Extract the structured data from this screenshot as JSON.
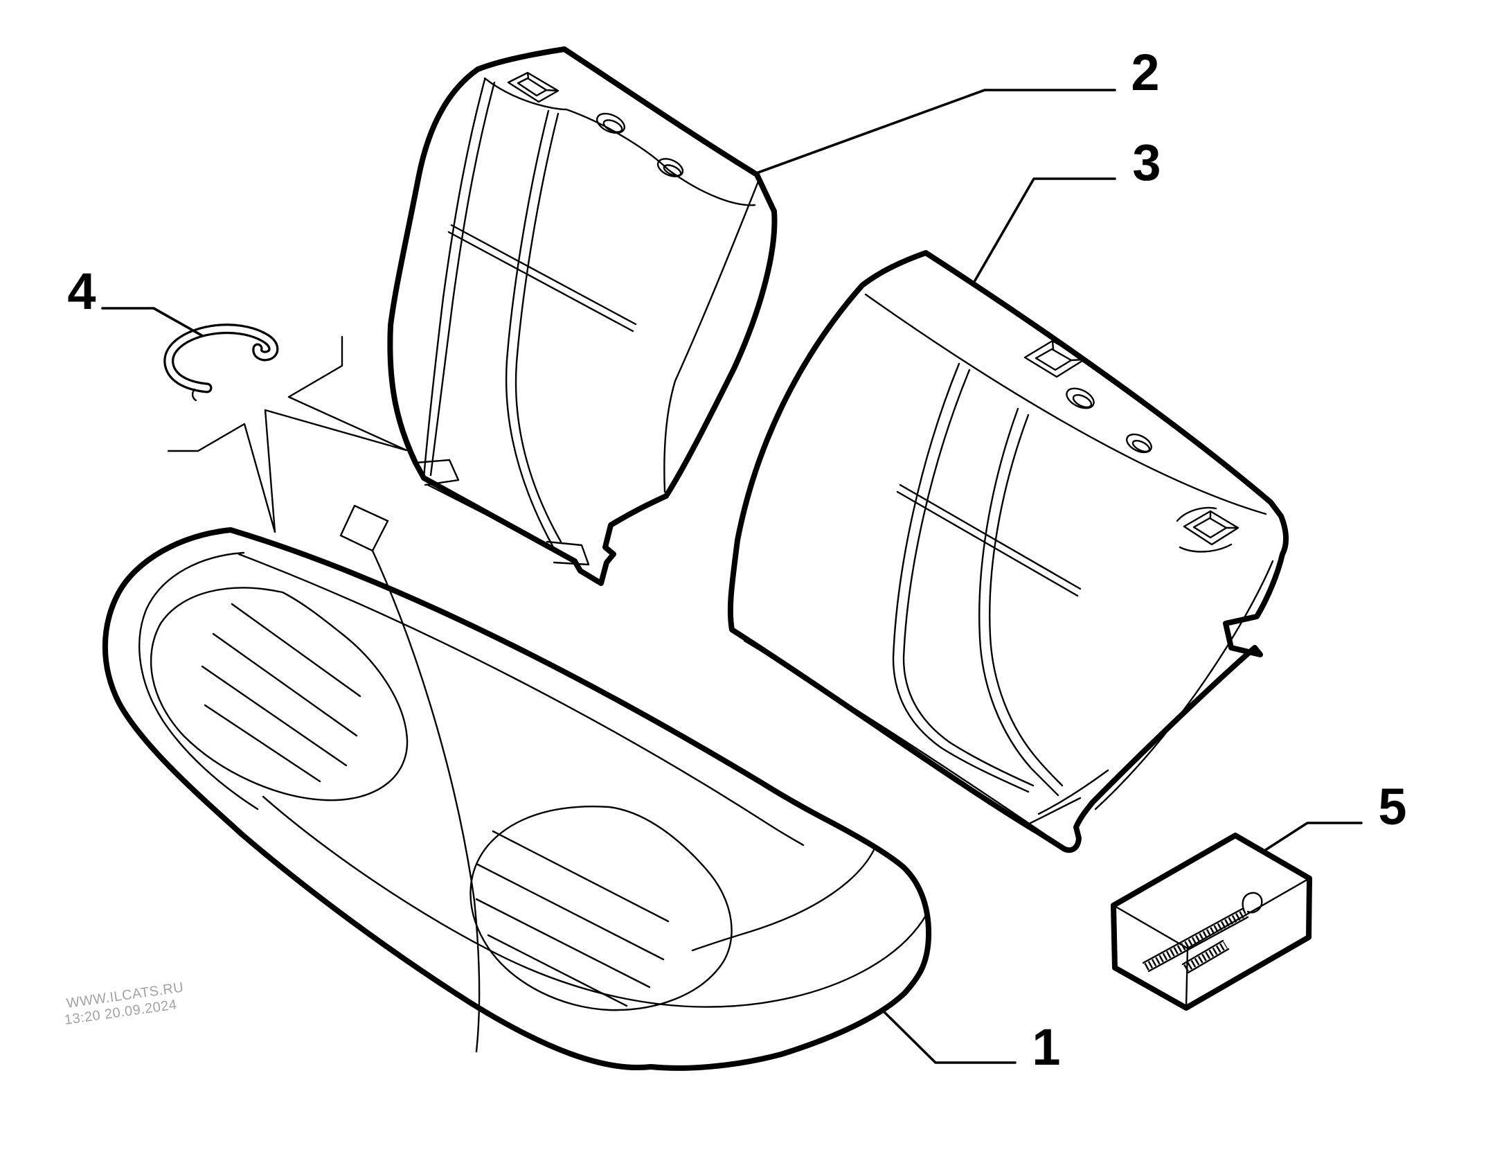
{
  "diagram": {
    "type": "parts-catalog-exploded-view",
    "subject": "rear seat assembly line drawing",
    "background_color": "#ffffff",
    "line_color": "#000000"
  },
  "labels": [
    {
      "id": "part-1",
      "text": "1",
      "part_name": "seat-cushion"
    },
    {
      "id": "part-2",
      "text": "2",
      "part_name": "left-backrest"
    },
    {
      "id": "part-3",
      "text": "3",
      "part_name": "right-backrest"
    },
    {
      "id": "part-4",
      "text": "4",
      "part_name": "retaining-hook-clip"
    },
    {
      "id": "part-5",
      "text": "5",
      "part_name": "fastener-kit-box"
    }
  ],
  "watermark": {
    "line1": "WWW.ILCATS.RU",
    "line2": "13:20 20.09.2024",
    "color": "#a3a3a3"
  }
}
